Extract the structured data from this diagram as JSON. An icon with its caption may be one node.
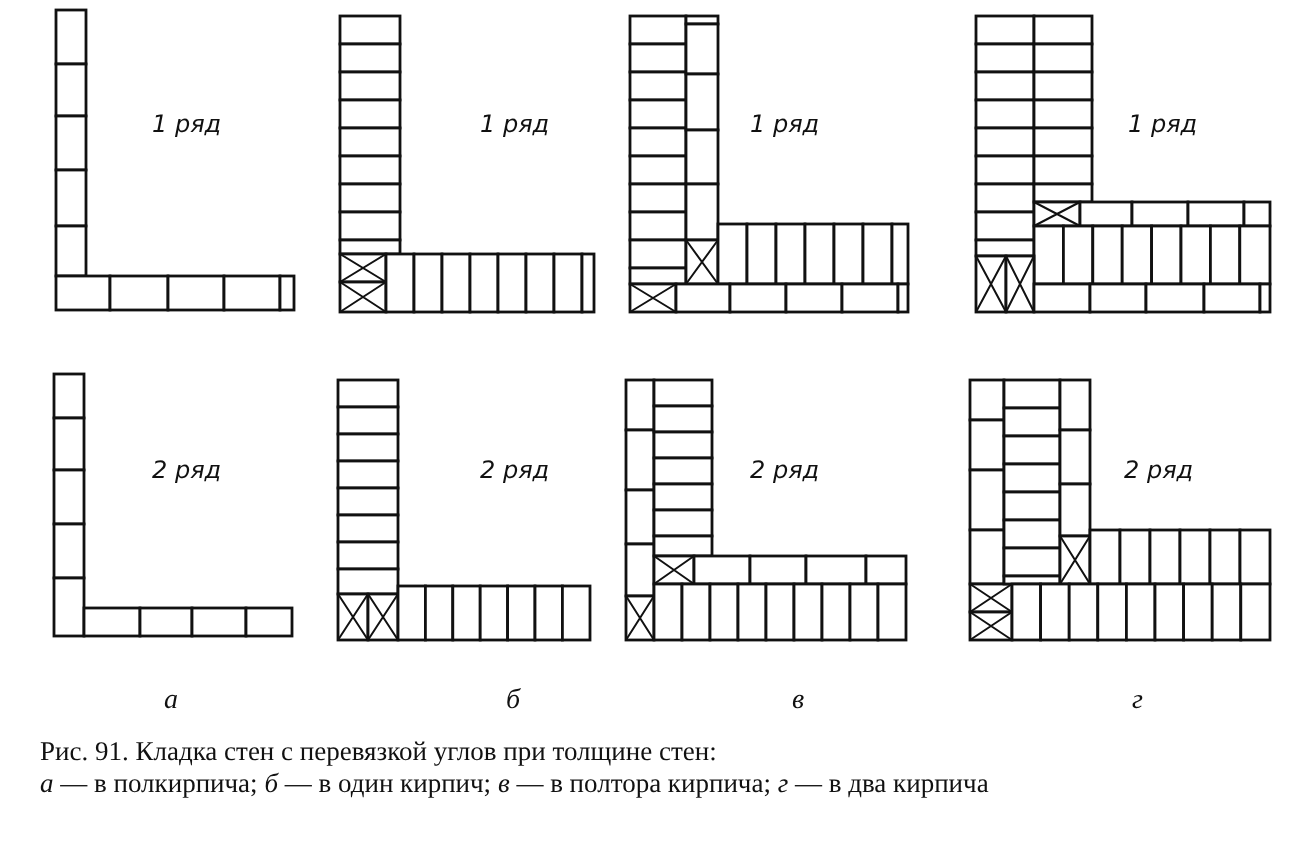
{
  "diagram": {
    "caption": "Рис. 91. Кладка стен с перевязкой углов при толщине стен:",
    "labels": [
      "1 ряд",
      "1 ряд",
      "1 ряд",
      "1 ряд",
      "2 ряд",
      "2 ряд",
      "2 ряд",
      "2 ряд",
      "а",
      "б",
      "в",
      "г",
      "*а* — в полкирпича; *б* — в один кирпич; *в* — в полтора кирпича; *г* — в два кирпича"
    ]
  }
}
